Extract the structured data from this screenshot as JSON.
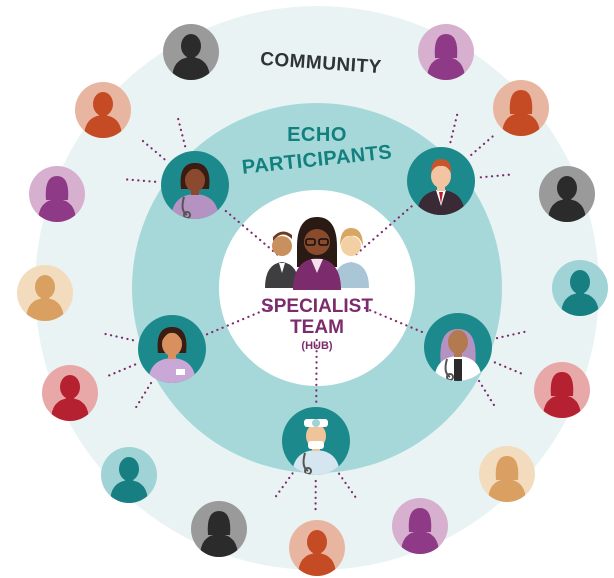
{
  "labels": {
    "community": "COMMUNITY",
    "echo_line1": "ECHO",
    "echo_line2": "PARTICIPANTS",
    "hub_line1": "SPECIALIST",
    "hub_line2": "TEAM",
    "hub_line3": "(HUB)"
  },
  "colors": {
    "outer_ring": "#e9f3f4",
    "mid_ring": "#a7d8d9",
    "center": "#ffffff",
    "participant_circle": "#1c8a8c",
    "hub_text": "#7c2b6c",
    "echo_text": "#12807f",
    "dots": "#7c2b6c",
    "community_text": "#2f3437"
  },
  "participants": [
    {
      "name": "participant-nurse-icon",
      "role": "nurse",
      "skin": "#8b4a2f",
      "hair": "#3b1c12",
      "shirt": "#b493c2"
    },
    {
      "name": "participant-doctor-suit-icon",
      "role": "suit",
      "skin": "#f2c4a2",
      "hair": "#c8542a",
      "shirt": "#3a2a36"
    },
    {
      "name": "participant-hijab-doctor-icon",
      "role": "hijab",
      "skin": "#b27a4e",
      "hair": "#b493c2",
      "shirt": "#ffffff"
    },
    {
      "name": "participant-dentist-icon",
      "role": "dentist",
      "skin": "#f0c49a",
      "hair": "#8a5a3a",
      "shirt": "#d5e6f0"
    },
    {
      "name": "participant-staff-icon",
      "role": "staff",
      "skin": "#d9905f",
      "hair": "#3b1c12",
      "shirt": "#c9a7d6"
    }
  ],
  "community": [
    {
      "name": "community-person-icon-1",
      "bg": "#9a9a9a",
      "fg": "#2b2b2b",
      "female": false
    },
    {
      "name": "community-person-icon-2",
      "bg": "#d7b0cf",
      "fg": "#8e3a86",
      "female": true
    },
    {
      "name": "community-person-icon-3",
      "bg": "#e8b6a0",
      "fg": "#c44b23",
      "female": false
    },
    {
      "name": "community-person-icon-4",
      "bg": "#e8b6a0",
      "fg": "#c44b23",
      "female": true
    },
    {
      "name": "community-person-icon-5",
      "bg": "#d7b0cf",
      "fg": "#8e3a86",
      "female": true
    },
    {
      "name": "community-person-icon-6",
      "bg": "#9a9a9a",
      "fg": "#2b2b2b",
      "female": false
    },
    {
      "name": "community-person-icon-7",
      "bg": "#f3dcbd",
      "fg": "#d9a062",
      "female": false
    },
    {
      "name": "community-person-icon-8",
      "bg": "#9fd3d6",
      "fg": "#177e82",
      "female": false
    },
    {
      "name": "community-person-icon-9",
      "bg": "#e8a8a8",
      "fg": "#b52131",
      "female": false
    },
    {
      "name": "community-person-icon-10",
      "bg": "#e8a8a8",
      "fg": "#b52131",
      "female": true
    },
    {
      "name": "community-person-icon-11",
      "bg": "#9fd3d6",
      "fg": "#177e82",
      "female": false
    },
    {
      "name": "community-person-icon-12",
      "bg": "#f3dcbd",
      "fg": "#d9a062",
      "female": true
    },
    {
      "name": "community-person-icon-13",
      "bg": "#9a9a9a",
      "fg": "#2b2b2b",
      "female": true
    },
    {
      "name": "community-person-icon-14",
      "bg": "#d7b0cf",
      "fg": "#8e3a86",
      "female": true
    },
    {
      "name": "community-person-icon-15",
      "bg": "#e8b6a0",
      "fg": "#c44b23",
      "female": false
    }
  ]
}
